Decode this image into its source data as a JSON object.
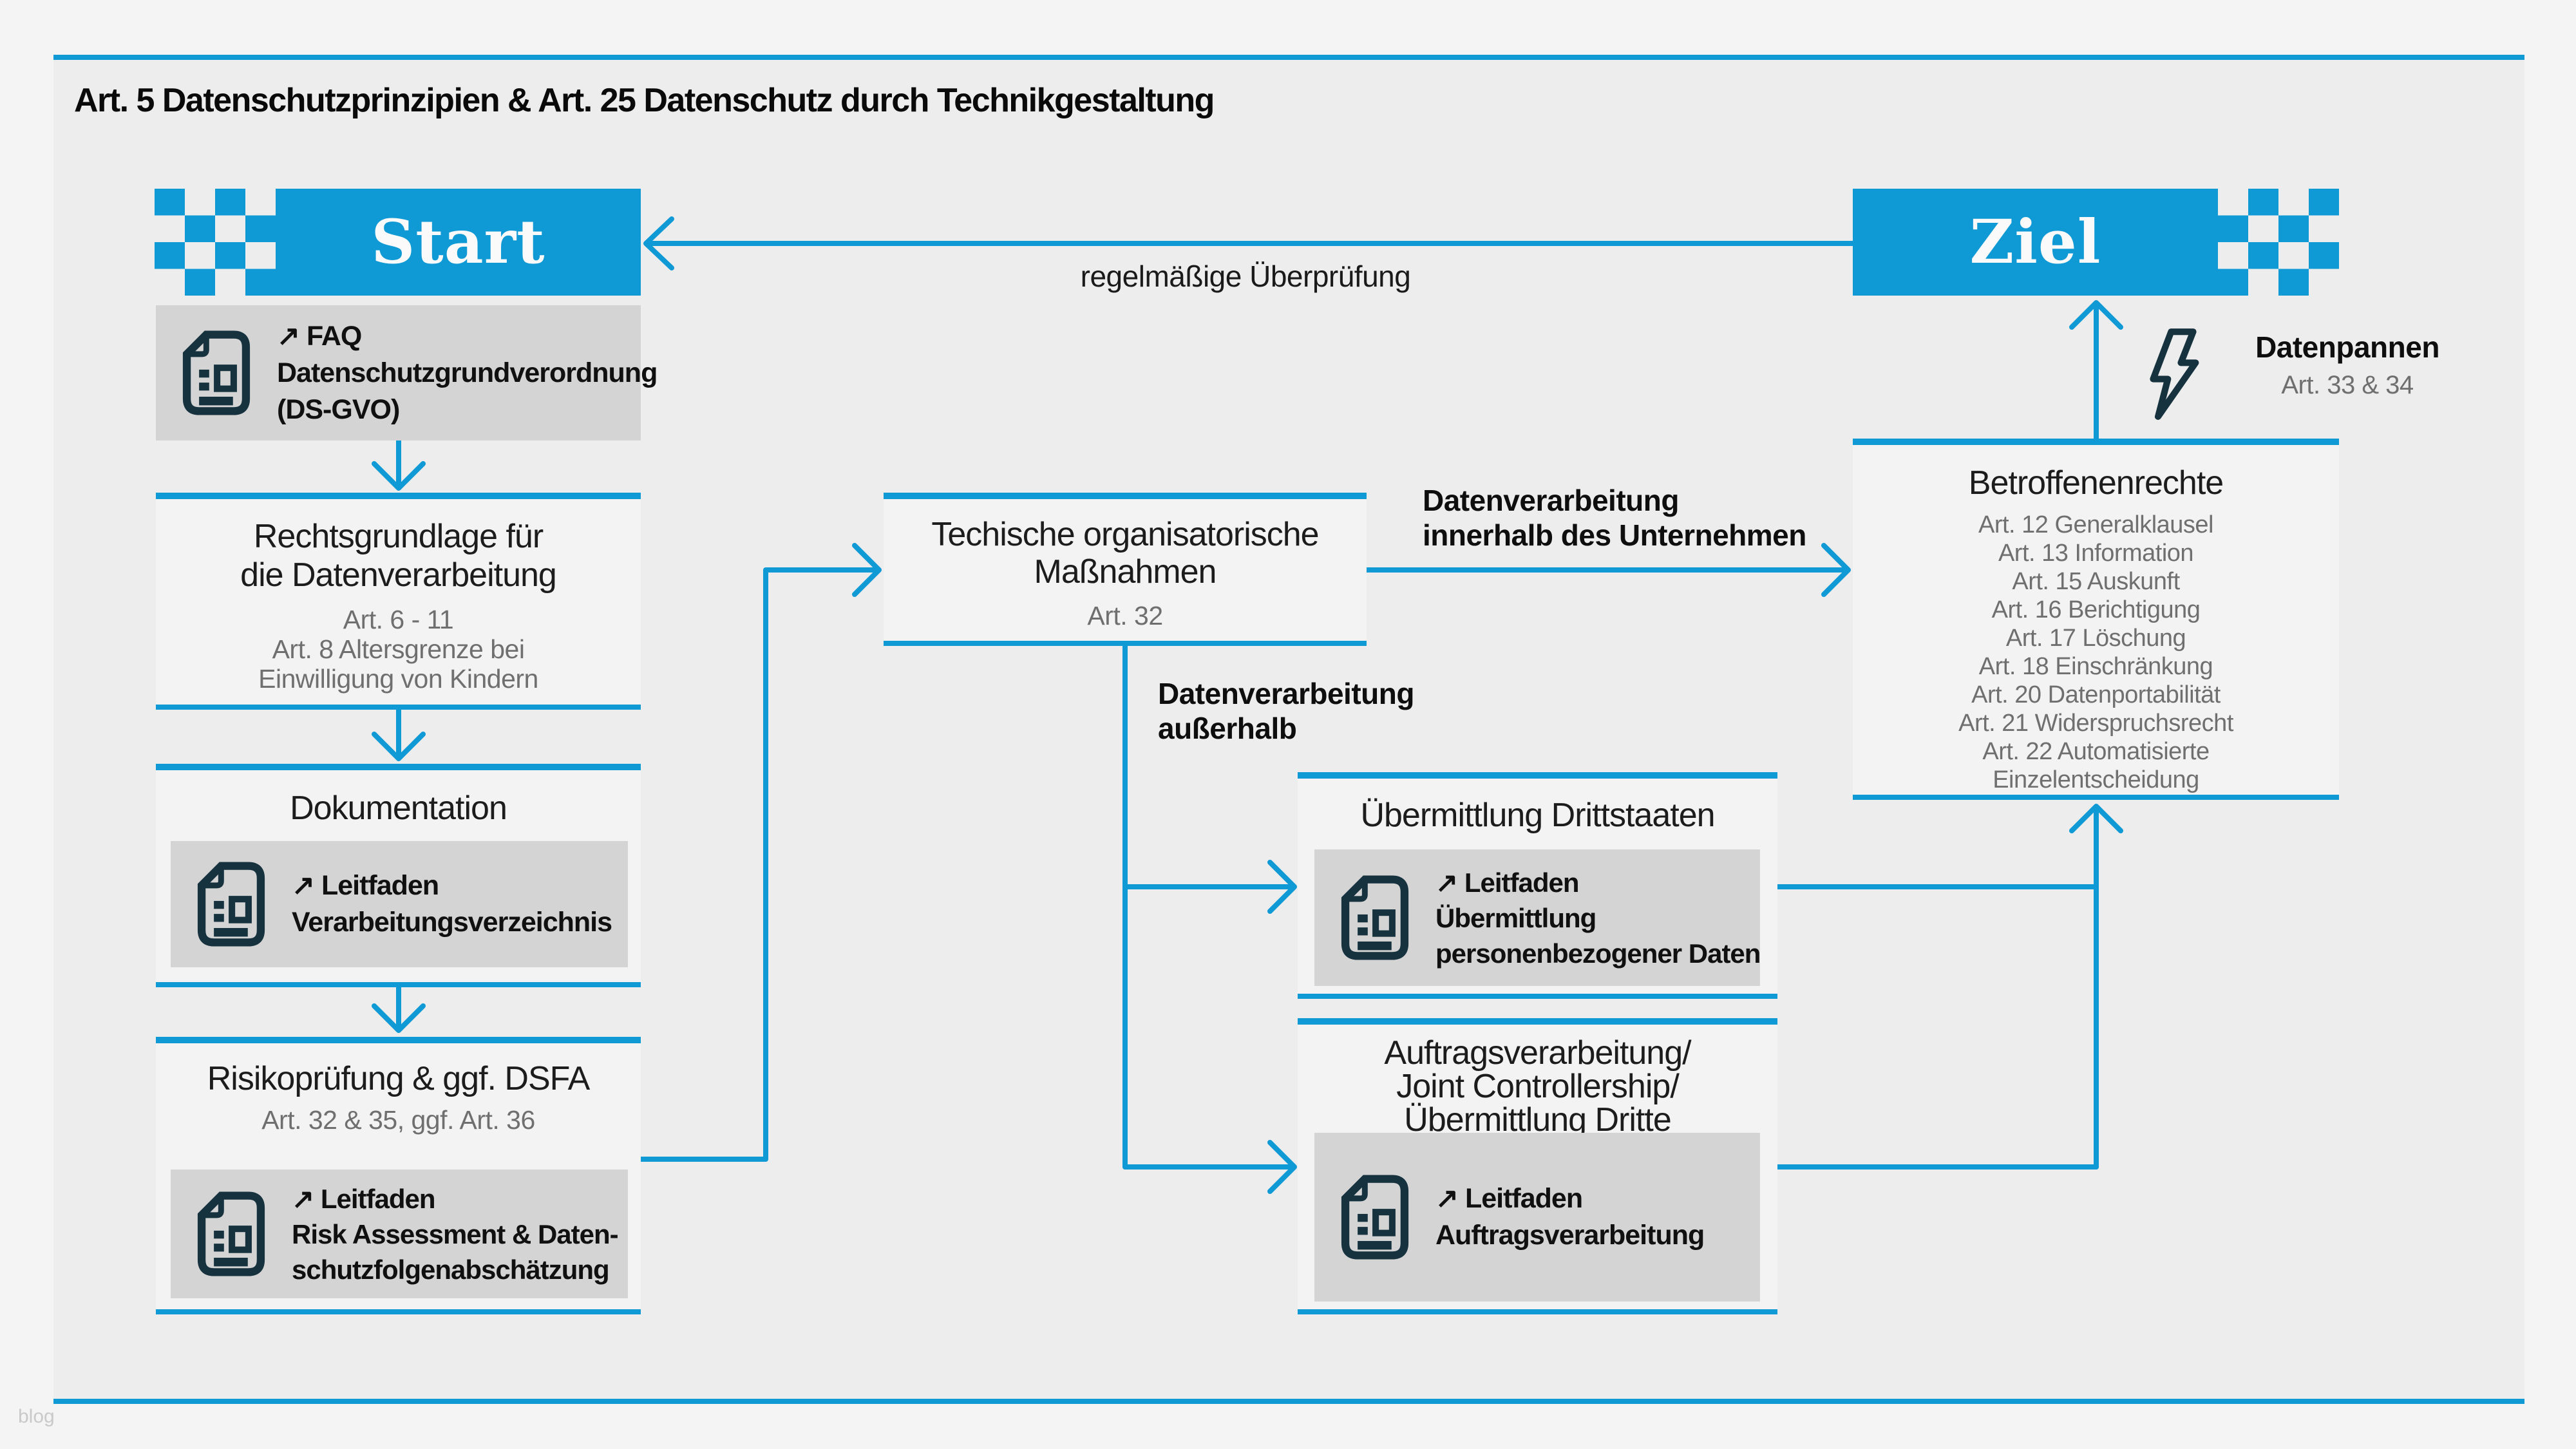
{
  "title": "Art. 5 Datenschutzprinzipien & Art. 25 Datenschutz durch Technikgestaltung",
  "colors": {
    "accent_blue": "#0f9ad6",
    "icon_navy": "#16323e",
    "card_gray": "#d4d4d4"
  },
  "nodes": {
    "start": {
      "label": "Start"
    },
    "ziel": {
      "label": "Ziel"
    },
    "faq": {
      "arrow": "↗",
      "link": "FAQ",
      "line1": "Datenschutzgrundverordnung",
      "line2": "(DS-GVO)"
    },
    "rechtsgrundlage": {
      "title1": "Rechtsgrundlage für",
      "title2": "die Datenverarbeitung",
      "sub1": "Art. 6 - 11",
      "sub2": "Art. 8 Altersgrenze bei",
      "sub3": "Einwilligung von Kindern"
    },
    "dokumentation": {
      "title": "Dokumentation",
      "arrow": "↗",
      "link": "Leitfaden",
      "line1": "Verarbeitungsverzeichnis"
    },
    "risikopruefung": {
      "title": "Risikoprüfung & ggf. DSFA",
      "subtitle": "Art. 32 & 35, ggf. Art. 36",
      "arrow": "↗",
      "link": "Leitfaden",
      "line1": "Risk Assessment & Daten-",
      "line2": "schutzfolgenabschätzung"
    },
    "tom": {
      "title1": "Techische organisatorische",
      "title2": "Maßnahmen",
      "subtitle": "Art. 32"
    },
    "uebermittlung": {
      "title": "Übermittlung Drittstaaten",
      "arrow": "↗",
      "link": "Leitfaden",
      "line1": "Übermittlung",
      "line2": "personenbezogener Daten"
    },
    "auftragsverarbeitung": {
      "title1": "Auftragsverarbeitung/",
      "title2": "Joint Controllership/",
      "title3": "Übermittlung Dritte",
      "arrow": "↗",
      "link": "Leitfaden",
      "line1": "Auftragsverarbeitung"
    },
    "datenpannen": {
      "title": "Datenpannen",
      "subtitle": "Art. 33 & 34"
    },
    "betroffenenrechte": {
      "title": "Betroffenenrechte",
      "items": [
        "Art. 12 Generalklausel",
        "Art. 13 Information",
        "Art. 15 Auskunft",
        "Art. 16 Berichtigung",
        "Art. 17 Löschung",
        "Art. 18 Einschränkung",
        "Art. 20 Datenportabilität",
        "Art. 21 Widerspruchsrecht",
        "Art. 22 Automatisierte",
        "Einzelentscheidung"
      ]
    }
  },
  "edges": {
    "review": "regelmäßige Überprüfung",
    "internal1": "Datenverarbeitung",
    "internal2": "innerhalb des Unternehmen",
    "external1": "Datenverarbeitung",
    "external2": "außerhalb"
  },
  "footer": {
    "watermark": "blog"
  }
}
